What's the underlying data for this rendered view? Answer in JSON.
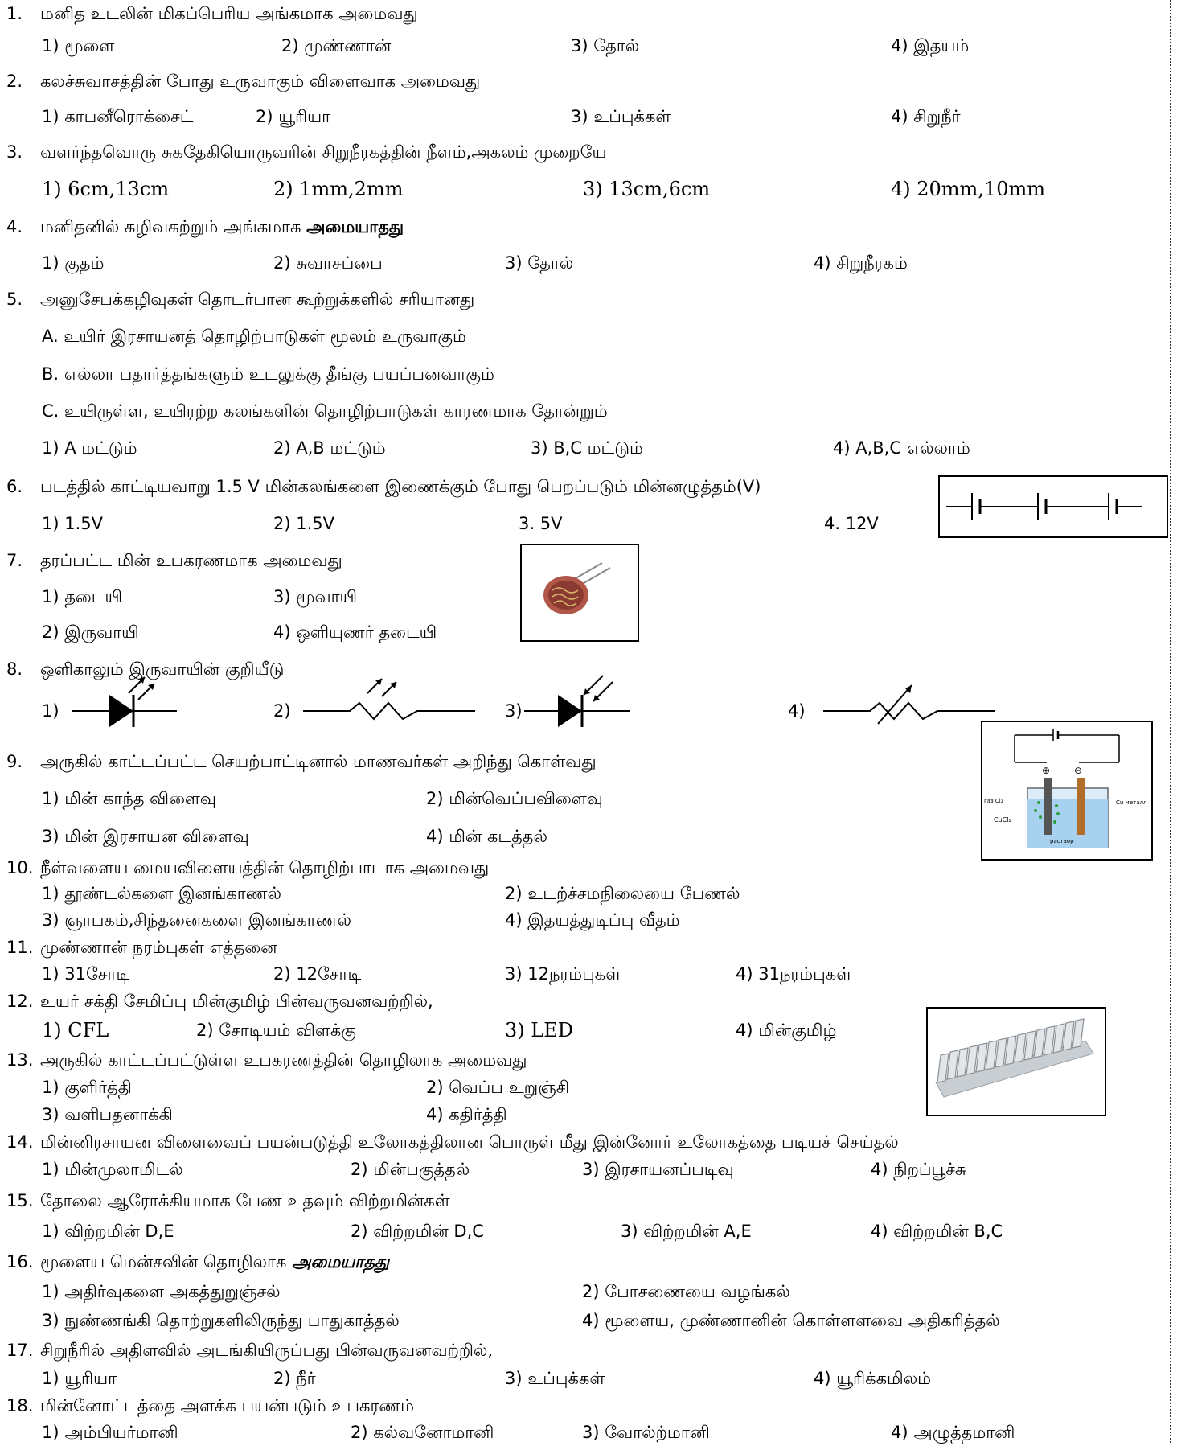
{
  "questions": [
    {
      "num": "1.",
      "text": "மனித உடலின் மிகப்பெரிய அங்கமாக அமைவது",
      "options": [
        "1) மூளை",
        "2)   முண்ணான்",
        "3) தோல்",
        "4) இதயம்"
      ]
    },
    {
      "num": "2.",
      "text": "கலச்சுவாசத்தின் போது உருவாகும் விளைவாக அமைவது",
      "options": [
        "1) காபனீரொக்சைட்",
        "2) யூரியா",
        "3) உப்புக்கள்",
        "4) சிறுநீர்"
      ]
    },
    {
      "num": "3.",
      "text": "வளர்ந்தவொரு சுகதேகியொருவரின் சிறுநீரகத்தின் நீளம்,அகலம் முறையே",
      "options": [
        "1) 6cm,13cm",
        "2)    1mm,2mm",
        "3) 13cm,6cm",
        "4) 20mm,10mm"
      ]
    },
    {
      "num": "4.",
      "text": "மனிதனில் கழிவகற்றும் அங்கமாக",
      "text_bold": "அமையாதது",
      "options": [
        "1) குதம்",
        "2) சுவாசப்பை",
        "3) தோல்",
        "4) சிறுநீரகம்"
      ]
    },
    {
      "num": "5.",
      "text": "அனுசேபக்கழிவுகள் தொடர்பான கூற்றுக்களில் சரியானது",
      "statements": [
        "A. உயிர் இரசாயனத் தொழிற்பாடுகள் மூலம் உருவாகும்",
        "B. எல்லா பதார்த்தங்களும் உடலுக்கு தீங்கு பயப்பனவாகும்",
        "C. உயிருள்ள, உயிரற்ற கலங்களின் தொழிற்பாடுகள் காரணமாக தோன்றும்"
      ],
      "options": [
        "1) A  மட்டும்",
        "2) A,B மட்டும்",
        "3) B,C மட்டும்",
        "4) A,B,C எல்லாம்"
      ]
    },
    {
      "num": "6.",
      "text": "படத்தில் காட்டியவாறு 1.5 V மின்கலங்களை இணைக்கும் போது பெறப்படும் மின்னழுத்தம்(V)",
      "options": [
        "1) 1.5V",
        "2) 1.5V",
        "3. 5V",
        "4. 12V"
      ]
    },
    {
      "num": "7.",
      "text": "தரப்பட்ட மின் உபகரணமாக அமைவது",
      "options": [
        "1) தடையி",
        "3) மூவாயி",
        "2) இருவாயி",
        "4) ஒளியுணர் தடையி"
      ]
    },
    {
      "num": "8.",
      "text": "ஒளிகாலும் இருவாயின் குறியீடு",
      "options": [
        "1)",
        "2)",
        "3)",
        "4)"
      ]
    },
    {
      "num": "9.",
      "text": "அருகில் காட்டப்பட்ட செயற்பாட்டினால் மாணவர்கள் அறிந்து கொள்வது",
      "options": [
        "1) மின் காந்த விளைவு",
        "2) மின்வெப்பவிளைவு",
        "3) மின் இரசாயன விளைவு",
        "4) மின் கடத்தல்"
      ]
    },
    {
      "num": "10.",
      "text": "நீள்வளைய மையவிளையத்தின் தொழிற்பாடாக அமைவது",
      "options": [
        "1) தூண்டல்களை இனங்காணல்",
        "2) உடற்ச்சமநிலையை பேணல்",
        "3) ஞாபகம்,சிந்தனைகளை இனங்காணல்",
        "4) இதயத்துடிப்பு வீதம்"
      ]
    },
    {
      "num": "11.",
      "text": "முண்ணான் நரம்புகள் எத்தனை",
      "options": [
        "1) 31சோடி",
        "2) 12சோடி",
        "3) 12நரம்புகள்",
        "4) 31நரம்புகள்"
      ]
    },
    {
      "num": "12.",
      "text": "உயர் சக்தி சேமிப்பு மின்குமிழ் பின்வருவனவற்றில்,",
      "options": [
        "1) CFL",
        "2) சோடியம் விளக்கு",
        "3) LED",
        "4) மின்குமிழ்"
      ]
    },
    {
      "num": "13.",
      "text": "அருகில் காட்டப்பட்டுள்ள உபகரணத்தின் தொழிலாக அமைவது",
      "options": [
        "1) குளிர்த்தி",
        "2) வெப்ப உறுஞ்சி",
        "3) வளிபதனாக்கி",
        "4) கதிர்த்தி"
      ]
    },
    {
      "num": "14.",
      "text": "மின்னிரசாயன விளைவைப் பயன்படுத்தி உலோகத்திலான பொருள் மீது இன்னோர் உலோகத்தை படியச் செய்தல்",
      "options": [
        "1) மின்முலாமிடல்",
        "2) மின்பகுத்தல்",
        "3) இரசாயனப்படிவு",
        "4) நிறப்பூச்சு"
      ]
    },
    {
      "num": "15.",
      "text": "தோலை ஆரோக்கியமாக பேண உதவும் விற்றமின்கள்",
      "options": [
        "1) விற்றமின் D,E",
        "2) விற்றமின் D,C",
        "3) விற்றமின் A,E",
        "4) விற்றமின் B,C"
      ]
    },
    {
      "num": "16.",
      "text": "மூளைய மென்சவின் தொழிலாக",
      "text_bold": "அமையாதது",
      "options": [
        "1) அதிர்வுகளை அகத்துறுஞ்சல்",
        "2) போசணையை வழங்கல்",
        "3) நுண்ணங்கி தொற்றுகளிலிருந்து பாதுகாத்தல்",
        "4) மூளைய, முண்ணானின் கொள்ளளவை அதிகரித்தல்"
      ]
    },
    {
      "num": "17.",
      "text": "சிறுநீரில் அதிளவில் அடங்கியிருப்பது பின்வருவனவற்றில்,",
      "options": [
        "1) யூரியா",
        "2) நீர்",
        "3) உப்புக்கள்",
        "4) யூரிக்கமிலம்"
      ]
    },
    {
      "num": "18.",
      "text": "மின்னோட்டத்தை அளக்க பயன்படும் உபகரணம்",
      "options": [
        "1) அம்பியர்மானி",
        "2) கல்வனோமானி",
        "3) வோல்ற்மானி",
        "4) அழுத்தமானி"
      ]
    }
  ],
  "figure_labels": {
    "anode_label": "⊕",
    "cathode_label": "⊖",
    "gas_label": "газ Cl₂",
    "cu_label": "Cu металл",
    "cucl2_label": "CuCl₂",
    "solution_label": "раствор"
  }
}
